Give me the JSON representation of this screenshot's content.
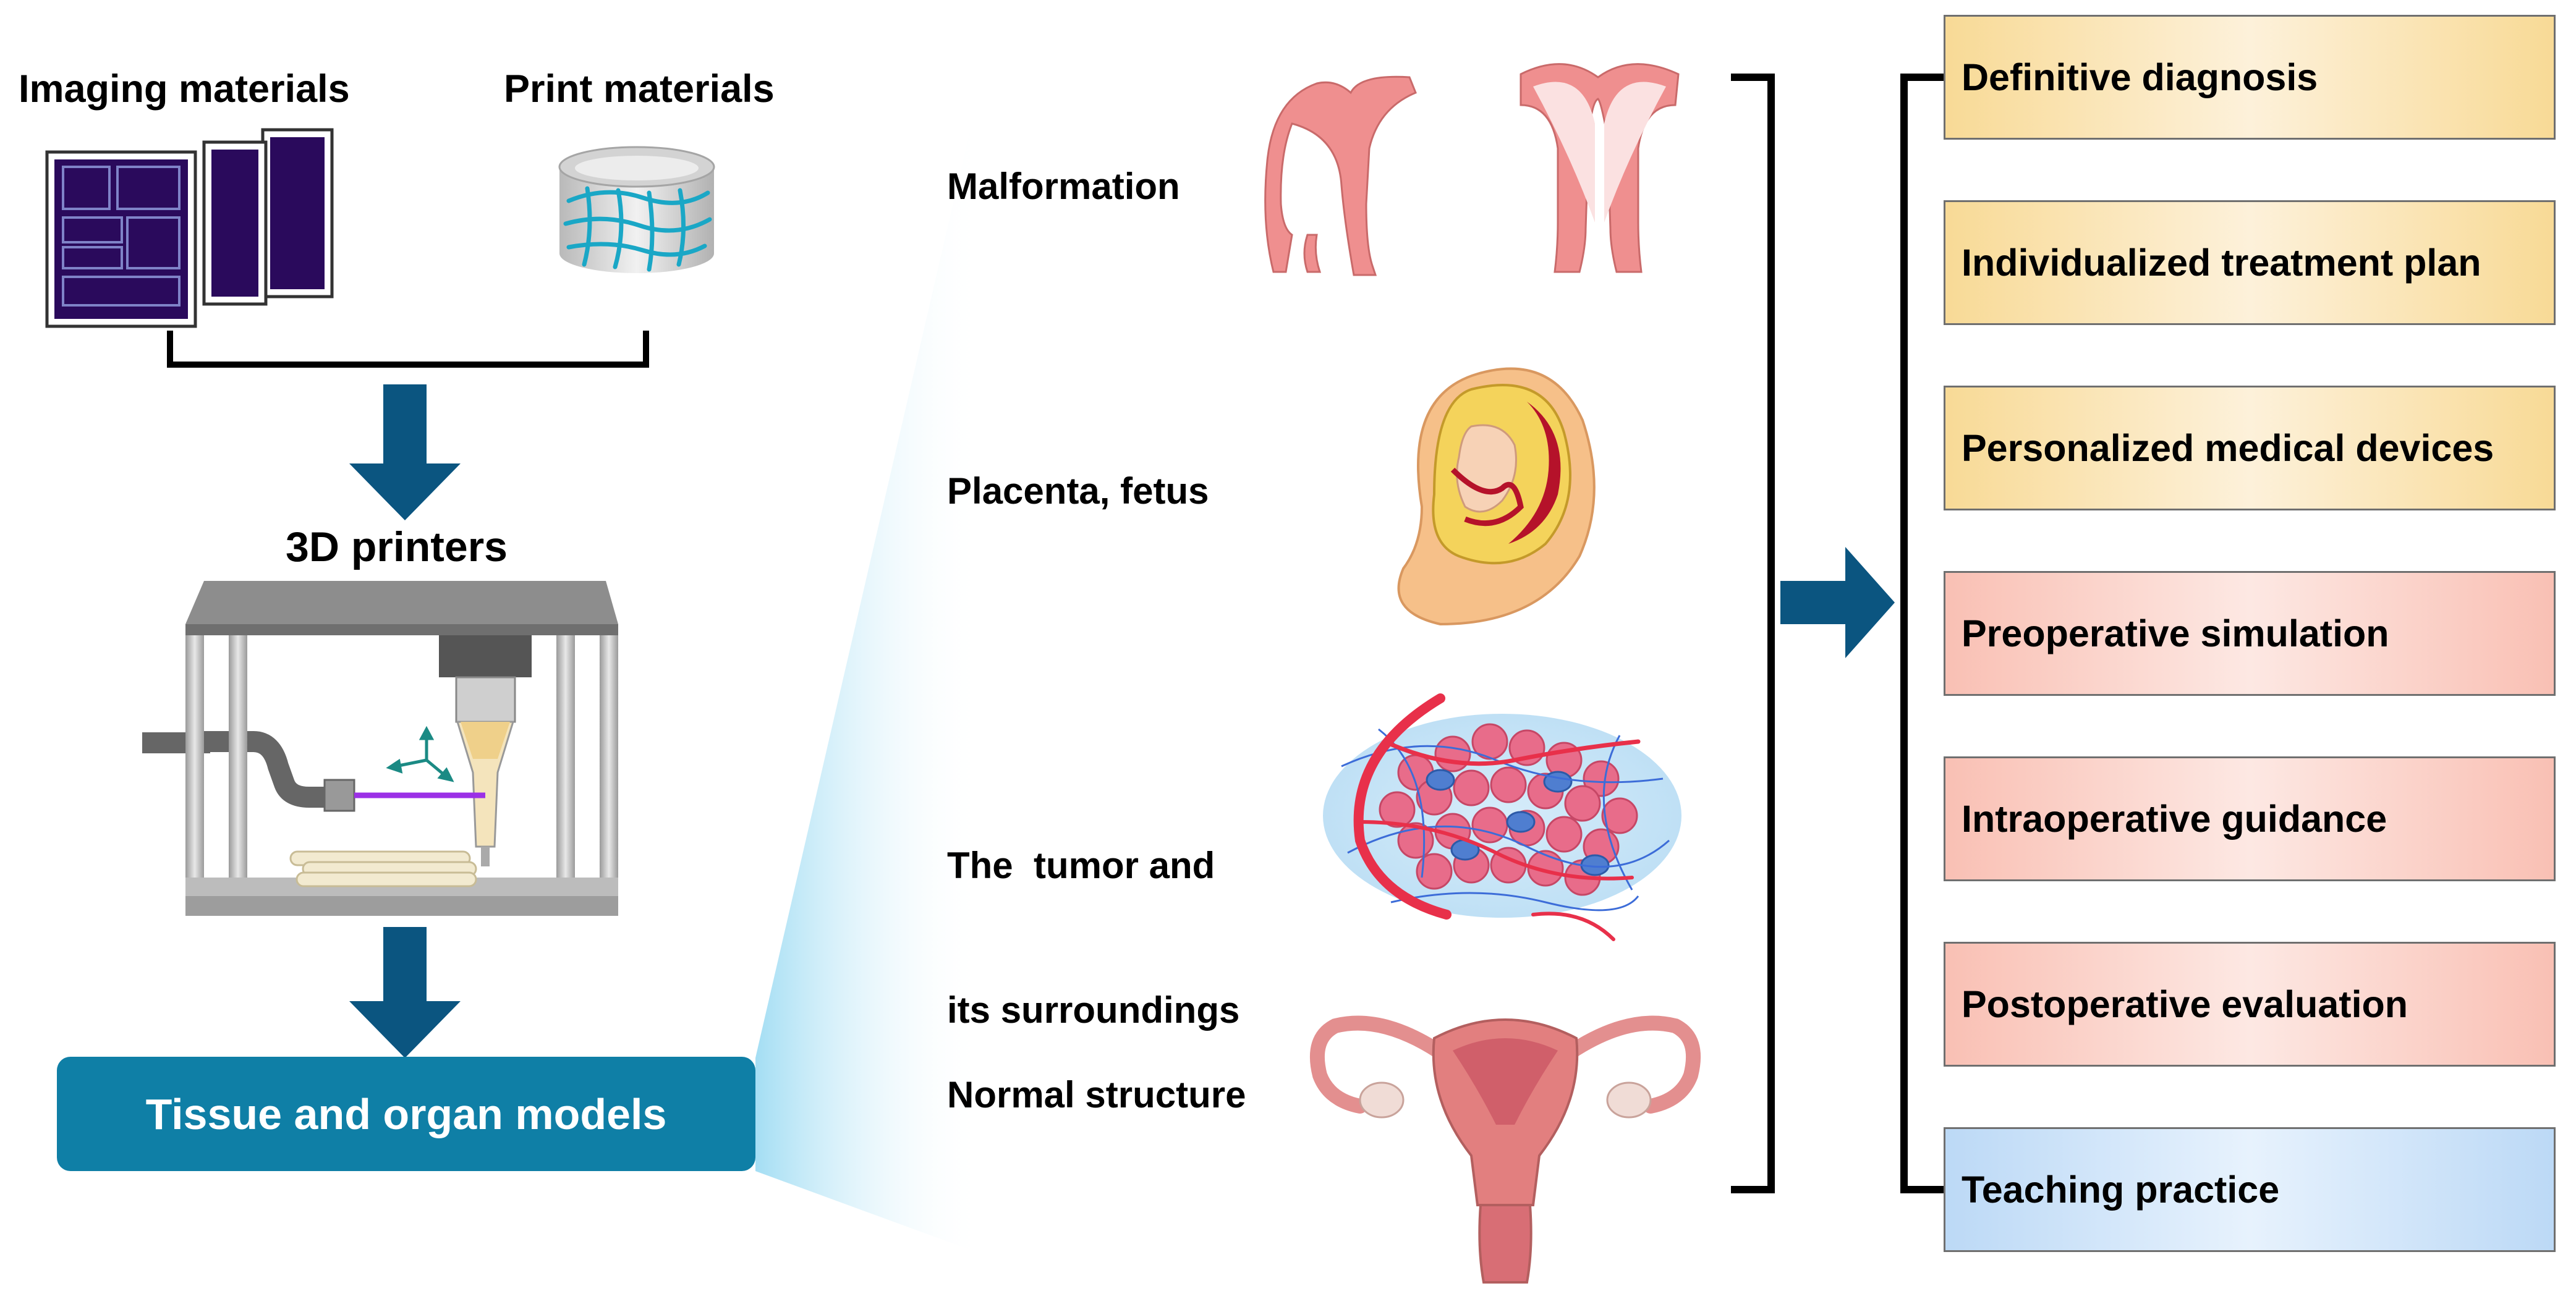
{
  "left": {
    "imaging_label": "Imaging materials",
    "print_label": "Print materials",
    "printers_label": "3D printers",
    "models_label": "Tissue and organ models"
  },
  "middle": {
    "malformation": "Malformation",
    "placenta": "Placenta, fetus",
    "tumor_line1": "The  tumor and",
    "tumor_line2": "its surroundings",
    "normal": "Normal structure"
  },
  "outcomes": [
    {
      "label": "Definitive diagnosis",
      "color": "#f8da96"
    },
    {
      "label": "Individualized treatment plan",
      "color": "#f8da96"
    },
    {
      "label": "Personalized medical devices",
      "color": "#f8da96"
    },
    {
      "label": "Preoperative simulation",
      "color": "#f9c0b4"
    },
    {
      "label": "Intraoperative guidance",
      "color": "#f9c0b4"
    },
    {
      "label": "Postoperative evaluation",
      "color": "#f9c0b4"
    },
    {
      "label": "Teaching practice",
      "color": "#bcd9f6"
    }
  ],
  "colors": {
    "arrow": "#0b5580",
    "models_box": "#0f7fa6",
    "uterus_pink": "#ef8f8f",
    "vessel_red": "#e8304a",
    "vessel_blue": "#3c6cd8"
  },
  "icons": [
    "imaging-film-stack-icon",
    "print-material-cylinder-icon",
    "3d-printer-illustration",
    "malformed-uterus-icon",
    "fetus-placenta-icon",
    "tumor-tissue-icon",
    "normal-uterus-icon"
  ]
}
